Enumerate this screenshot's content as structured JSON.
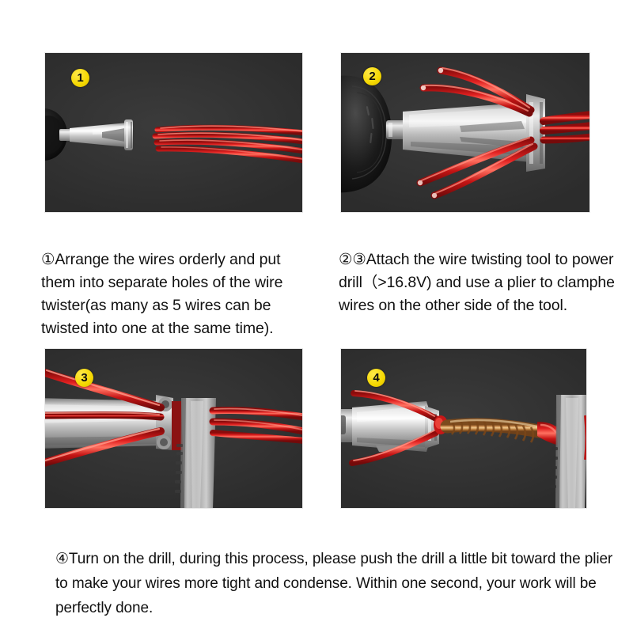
{
  "page": {
    "background_color": "#ffffff",
    "title": "Wire Twisting Tool Instruction Steps"
  },
  "theme": {
    "panel_background": "#343434",
    "badge_color": "#f5d800",
    "badge_text_color": "#0d0d0d",
    "wire_red": "#d61b1b",
    "metal_silver": "#c9c9c9",
    "copper": "#c98a4b",
    "text_color": "#111111"
  },
  "panels": [
    {
      "id": "panel-1",
      "badge": "1",
      "badge_name": "step-badge-1",
      "scene": "wire-twister-tool-and-loose-red-wires",
      "objects": [
        "drill-chuck",
        "silver-funnel-tool",
        "red-wire-bundle"
      ]
    },
    {
      "id": "panel-2",
      "badge": "2",
      "badge_name": "step-badge-2",
      "scene": "tool-attached-to-power-drill-with-wires-inserted",
      "objects": [
        "black-drill-body",
        "silver-cylinder-tool",
        "red-wires-splayed"
      ]
    },
    {
      "id": "panel-3",
      "badge": "3",
      "badge_name": "step-badge-3",
      "scene": "plier-clamping-wires-on-other-side-of-tool",
      "objects": [
        "silver-tool-body",
        "red-wires-splayed",
        "plier-jaw"
      ]
    },
    {
      "id": "panel-4",
      "badge": "4",
      "badge_name": "step-badge-4",
      "scene": "finished-twisted-copper-wire-between-tool-and-plier",
      "objects": [
        "silver-cone-tool",
        "red-wires-splayed",
        "twisted-copper-strand",
        "plier-jaw"
      ]
    }
  ],
  "captions": {
    "step1": "①Arrange the wires orderly and put them into separate holes of the wire twister(as many as 5 wires can be twisted into one at the same time).",
    "step23": "②③Attach the wire twisting tool to power drill（>16.8V) and use a plier to clamphe wires on the other side of the tool.",
    "step4": "④Turn on the drill, during this process, please push the drill a little bit toward the plier to make your wires more tight and condense. Within one second, your work will be perfectly done."
  }
}
